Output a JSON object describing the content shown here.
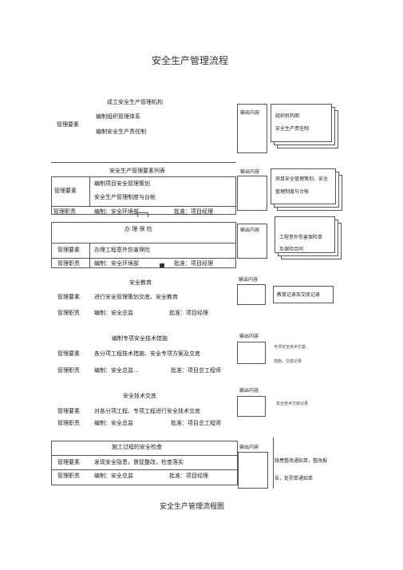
{
  "title": "安全生产管理流程",
  "caption": "安全生产管理流程图",
  "output_label": "输出内容",
  "sections": [
    {
      "heading": "成立安全生产管理机构",
      "req_label": "管理要素",
      "req_lines": [
        "编制组织管理体系",
        "编制安全生产责任制"
      ],
      "output_docs": [
        "组织机构图",
        "安全生产责任制"
      ]
    },
    {
      "heading": "安全生产管理要素列表",
      "req_label": "管理要素",
      "req_lines": [
        "编制项目安全管理策划",
        "安全生产管理制度与台帐"
      ],
      "resp_label": "管理职责",
      "resp_left": "编制：安全环境部",
      "resp_right": "批准：项目经理",
      "output_docs": [
        "项目安全管理策划、安全",
        "管理制度与台帐"
      ]
    },
    {
      "heading": "办  理  保  险",
      "req_label": "管理要素",
      "req_lines": [
        "办理工程意外伤害保险"
      ],
      "resp_label": "管理职责",
      "resp_left": "编制：安全环境部",
      "resp_right": "批准：项目经理",
      "output_docs": [
        "工程意外伤害保险单",
        "及保险合同"
      ]
    },
    {
      "heading": "安全教育",
      "req_label": "管理要素",
      "req_lines": [
        "进行安全管理策划交底、安全教育"
      ],
      "resp_label": "管理职责",
      "resp_left": "编制：安全总监",
      "resp_right": "批准：项目经理",
      "output_docs": [
        "教育记录及交底记录"
      ]
    },
    {
      "heading": "编制专项安全技术措施",
      "req_label": "管理要素",
      "req_lines": [
        "各分项工程技术措施、安全专项方案及交底"
      ],
      "resp_label": "管理职责",
      "resp_left": "编制：安全总监…",
      "resp_right": "批准：项目总工程师",
      "output_docs": [
        "专项安全技术方案、",
        "措施，交底记录"
      ]
    },
    {
      "heading": "安全技术交底",
      "req_label": "管理要素",
      "req_lines": [
        "对各分项工程、专项工程进行安全技术交底"
      ],
      "resp_label": "管理职责",
      "resp_left": "编制：安全总监",
      "resp_right": "批准：项目总工程师",
      "output_docs": [
        "安全技术交底记录"
      ]
    },
    {
      "heading": "施工过程的安全检查",
      "req_label": "管理要素",
      "req_lines": [
        "发现安全隐患，督促整改，检查落实"
      ],
      "resp_label": "管理职责",
      "resp_left": "编制：安全总监",
      "resp_right": "批准：项目经理",
      "output_docs": [
        "隐患整改通知单，整改报",
        "告，处罚单通知单"
      ]
    }
  ]
}
